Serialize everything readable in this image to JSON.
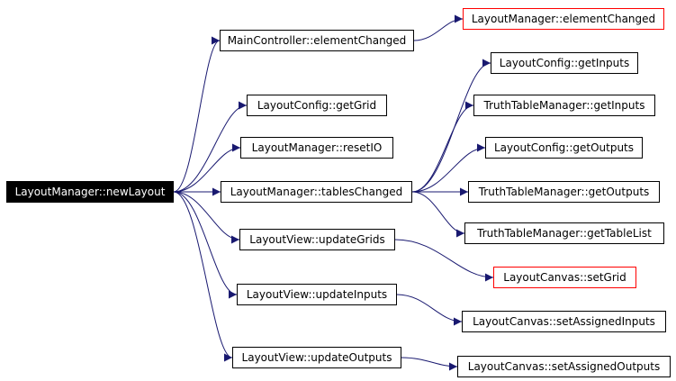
{
  "colors": {
    "edge": "#191970",
    "node_border": "#000000",
    "highlight_border": "#ff0000",
    "root_fill": "#000000",
    "root_text": "#ffffff"
  },
  "graph": {
    "root": {
      "id": "root",
      "label": "LayoutManager::newLayout"
    },
    "nodes": [
      {
        "id": "mc_elementChanged",
        "label": "MainController::elementChanged"
      },
      {
        "id": "lm_elementChanged",
        "label": "LayoutManager::elementChanged",
        "highlight": true
      },
      {
        "id": "lc_getGrid",
        "label": "LayoutConfig::getGrid"
      },
      {
        "id": "lm_resetIO",
        "label": "LayoutManager::resetIO"
      },
      {
        "id": "lm_tablesChanged",
        "label": "LayoutManager::tablesChanged"
      },
      {
        "id": "lc_getInputs",
        "label": "LayoutConfig::getInputs"
      },
      {
        "id": "ttm_getInputs",
        "label": "TruthTableManager::getInputs"
      },
      {
        "id": "lc_getOutputs",
        "label": "LayoutConfig::getOutputs"
      },
      {
        "id": "ttm_getOutputs",
        "label": "TruthTableManager::getOutputs"
      },
      {
        "id": "ttm_getTableList",
        "label": "TruthTableManager::getTableList"
      },
      {
        "id": "lv_updateGrids",
        "label": "LayoutView::updateGrids"
      },
      {
        "id": "lcv_setGrid",
        "label": "LayoutCanvas::setGrid",
        "highlight": true
      },
      {
        "id": "lv_updateInputs",
        "label": "LayoutView::updateInputs"
      },
      {
        "id": "lcv_setAssignedInputs",
        "label": "LayoutCanvas::setAssignedInputs"
      },
      {
        "id": "lv_updateOutputs",
        "label": "LayoutView::updateOutputs"
      },
      {
        "id": "lcv_setAssignedOutputs",
        "label": "LayoutCanvas::setAssignedOutputs"
      }
    ],
    "edges": [
      [
        "root",
        "mc_elementChanged"
      ],
      [
        "root",
        "lc_getGrid"
      ],
      [
        "root",
        "lm_resetIO"
      ],
      [
        "root",
        "lm_tablesChanged"
      ],
      [
        "root",
        "lv_updateGrids"
      ],
      [
        "root",
        "lv_updateInputs"
      ],
      [
        "root",
        "lv_updateOutputs"
      ],
      [
        "mc_elementChanged",
        "lm_elementChanged"
      ],
      [
        "lm_tablesChanged",
        "lc_getInputs"
      ],
      [
        "lm_tablesChanged",
        "ttm_getInputs"
      ],
      [
        "lm_tablesChanged",
        "lc_getOutputs"
      ],
      [
        "lm_tablesChanged",
        "ttm_getOutputs"
      ],
      [
        "lm_tablesChanged",
        "ttm_getTableList"
      ],
      [
        "lv_updateGrids",
        "lcv_setGrid"
      ],
      [
        "lv_updateInputs",
        "lcv_setAssignedInputs"
      ],
      [
        "lv_updateOutputs",
        "lcv_setAssignedOutputs"
      ]
    ]
  }
}
